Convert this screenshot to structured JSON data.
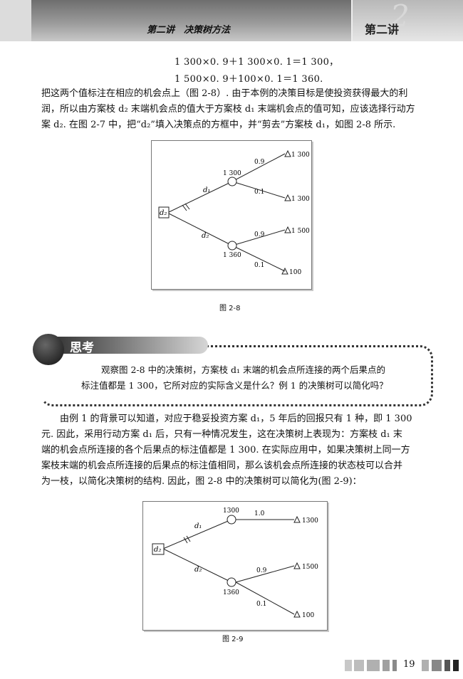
{
  "header": {
    "chapter_title": "第二讲　决策树方法",
    "lecture_label": "第二讲",
    "lecture_number_deco": "2"
  },
  "equations": {
    "line1": "1 300×0. 9＋1 300×0. 1＝1 300，",
    "line2": "1 500×0. 9＋100×0. 1＝1 360."
  },
  "paragraph1": {
    "lines": [
      "把这两个值标注在相应的机会点上（图 2-8）. 由于本例的决策目标是使投资获得最大的利",
      "润，所以由方案枝 d₂ 末端机会点的值大于方案枝 d₁ 末端机会点的值可知，应该选择行动方",
      "案 d₂. 在图 2-7 中，把“d₂”填入决策点的方框中，并“剪去”方案枝 d₁，如图 2-8 所示."
    ]
  },
  "figure_2_8": {
    "caption": "图 2-8",
    "decision_node": "d₂",
    "branch_upper_label": "d₁",
    "branch_lower_label": "d₂",
    "chance_upper_value": "1 300",
    "chance_lower_value": "1 360",
    "outcomes": [
      {
        "prob": "0.9",
        "value": "1 300"
      },
      {
        "prob": "0.1",
        "value": "1 300"
      },
      {
        "prob": "0.9",
        "value": "1 500"
      },
      {
        "prob": "0.1",
        "value": "100"
      }
    ]
  },
  "think": {
    "label": "思考",
    "lines": [
      "观察图 2-8 中的决策树，方案枝 d₁ 末端的机会点所连接的两个后果点的",
      "标注值都是 1 300，它所对应的实际含义是什么？例 1 的决策树可以简化吗？"
    ]
  },
  "paragraph2": {
    "lines": [
      "由例 1 的背景可以知道，对应于稳妥投资方案 d₁，5 年后的回报只有 1 种，即 1 300",
      "元. 因此，采用行动方案 d₁ 后，只有一种情况发生，这在决策树上表现为：方案枝 d₁ 末",
      "端的机会点所连接的各个后果点的标注值都是 1 300. 在实际应用中，如果决策树上同一方",
      "案枝末端的机会点所连接的后果点的标注值相同，那么该机会点所连接的状态枝可以合并",
      "为一枝，以简化决策树的结构. 因此，图 2-8 中的决策树可以简化为(图 2-9)："
    ]
  },
  "figure_2_9": {
    "caption": "图 2-9",
    "decision_node": "d₂",
    "branch_upper_label": "d₁",
    "branch_lower_label": "d₂",
    "chance_upper_value": "1300",
    "chance_lower_value": "1360",
    "outcomes": [
      {
        "prob": "1.0",
        "value": "1300"
      },
      {
        "prob": "0.9",
        "value": "1500"
      },
      {
        "prob": "0.1",
        "value": "100"
      }
    ]
  },
  "footer": {
    "page_number": "19"
  }
}
